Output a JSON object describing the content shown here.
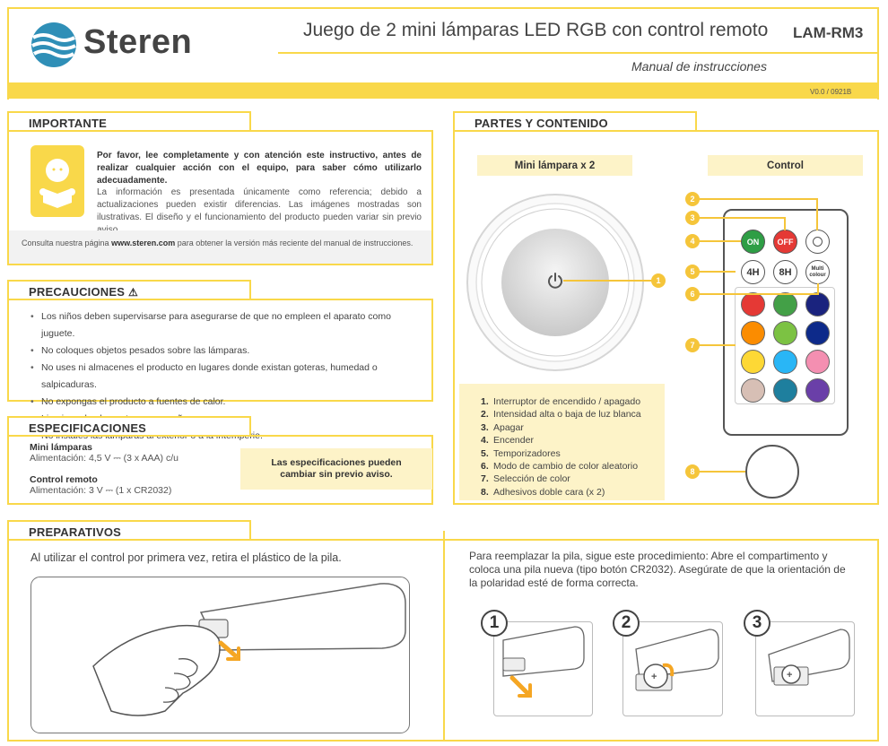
{
  "header": {
    "brand": "Steren",
    "title": "Juego de 2 mini lámparas LED RGB con control remoto",
    "model": "LAM-RM3",
    "subtitle": "Manual de instrucciones",
    "version": "V0.0 / 0921B"
  },
  "importante": {
    "heading": "IMPORTANTE",
    "bold_text": "Por favor, lee completamente y con atención este instructivo, antes de realizar cualquier acción con el equipo, para saber cómo utilizarlo adecuadamente.",
    "body_text": "La información es presentada únicamente como referencia; debido a actualizaciones pueden existir diferencias. Las imágenes mostradas son ilustrativas. El diseño y el funcionamiento del producto pueden variar sin previo aviso.",
    "footer_pre": "Consulta nuestra página ",
    "footer_link": "www.steren.com",
    "footer_post": " para obtener la versión más reciente del manual de instrucciones."
  },
  "precauciones": {
    "heading": "PRECAUCIONES",
    "items": [
      "Los niños deben supervisarse para asegurarse de que no empleen el aparato como juguete.",
      "No coloques objetos pesados sobre las lámparas.",
      "No uses ni almacenes el producto en lugares donde existan goteras, humedad o salpicaduras.",
      "No expongas el producto a fuentes de calor.",
      "Limpia cada elemento con un paño suave y seco.",
      "No instales las lámparas al exterior o a la intemperie."
    ]
  },
  "especificaciones": {
    "heading": "ESPECIFICACIONES",
    "mini_title": "Mini lámparas",
    "mini_value": "Alimentación: 4,5 V ⎓ (3 x AAA) c/u",
    "control_title": "Control remoto",
    "control_value": "Alimentación: 3 V ⎓ (1 x CR2032)",
    "note": "Las especificaciones pueden cambiar sin previo aviso."
  },
  "partes": {
    "heading": "PARTES Y CONTENIDO",
    "lamp_label": "Mini lámpara x 2",
    "control_label": "Control",
    "buttons": {
      "on": "ON",
      "off": "OFF",
      "h4": "4H",
      "h8": "8H",
      "multi": "Multi colour"
    },
    "callouts": [
      "1",
      "2",
      "3",
      "4",
      "5",
      "6",
      "7",
      "8"
    ],
    "list": [
      {
        "n": "1.",
        "text": "Interruptor de encendido / apagado"
      },
      {
        "n": "2.",
        "text": "Intensidad alta o baja de luz blanca"
      },
      {
        "n": "3.",
        "text": "Apagar"
      },
      {
        "n": "4.",
        "text": "Encender"
      },
      {
        "n": "5.",
        "text": "Temporizadores"
      },
      {
        "n": "6.",
        "text": "Modo de cambio de color aleatorio"
      },
      {
        "n": "7.",
        "text": "Selección de color"
      },
      {
        "n": "8.",
        "text": "Adhesivos doble cara (x 2)"
      }
    ],
    "colors": [
      "#e53935",
      "#43a047",
      "#1a237e",
      "#fb8c00",
      "#7cc243",
      "#0d2a8a",
      "#fdd835",
      "#29b6f6",
      "#f48fb1",
      "#d7bfb5",
      "#1e7f9e",
      "#6a3fa8"
    ]
  },
  "preparativos": {
    "heading": "PREPARATIVOS",
    "left_text": "Al utilizar el control por primera vez, retira el plástico de la pila.",
    "right_text": "Para reemplazar la pila, sigue este procedimiento: Abre el compartimento y coloca una pila nueva (tipo botón CR2032). Asegúrate de que la orientación de la polaridad esté de forma correcta.",
    "steps": [
      "1",
      "2",
      "3"
    ]
  }
}
